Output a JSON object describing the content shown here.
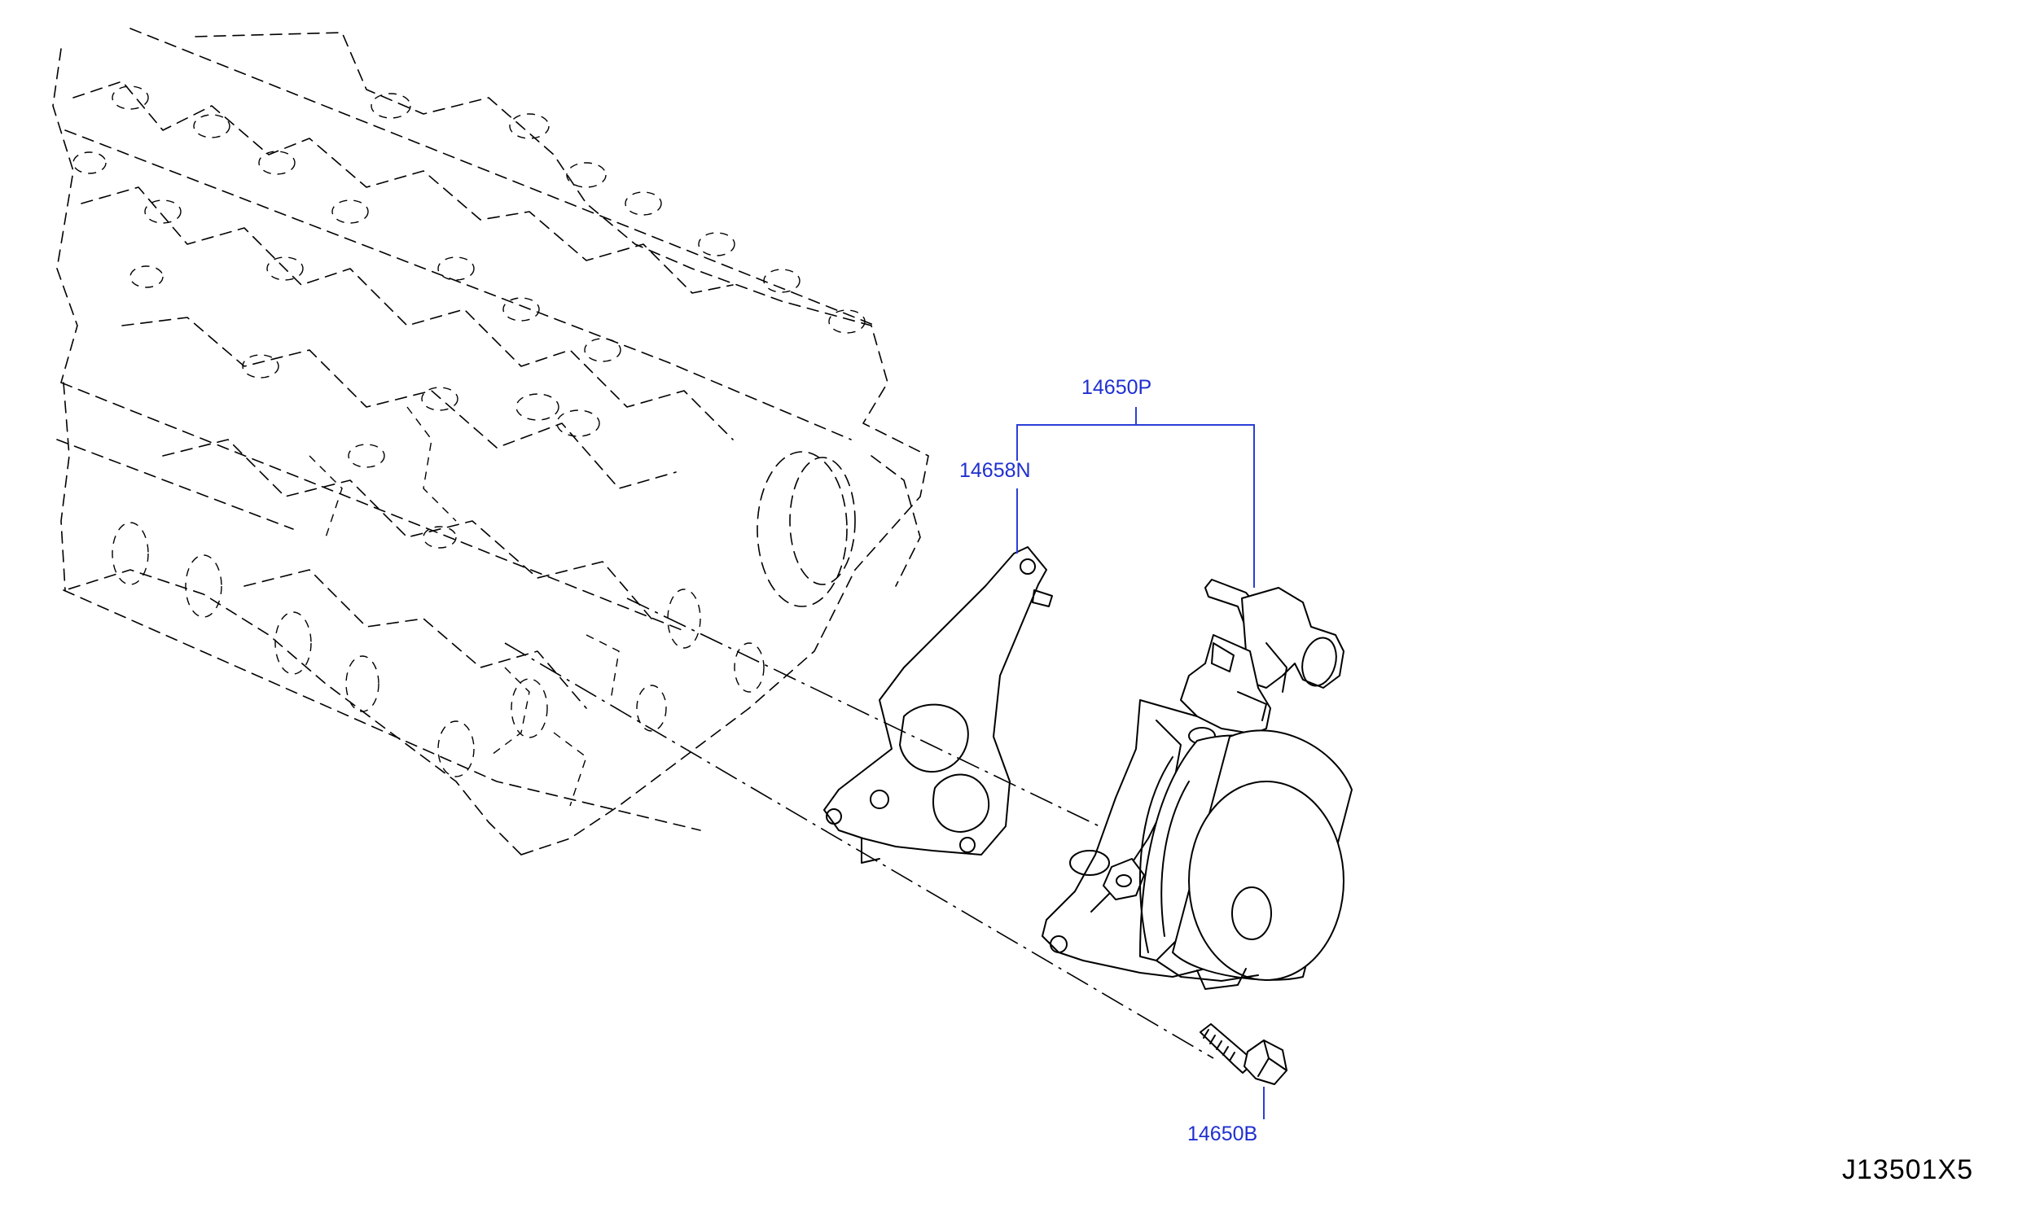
{
  "diagram": {
    "callouts": {
      "vacuum_pump_assembly": "14650P",
      "gasket": "14658N",
      "bolt": "14650B"
    },
    "diagram_id": "J13501X5",
    "colors": {
      "callout": "#1f2fd0",
      "leader": "#2a3fd6",
      "linework": "#000000",
      "background": "#ffffff"
    }
  }
}
